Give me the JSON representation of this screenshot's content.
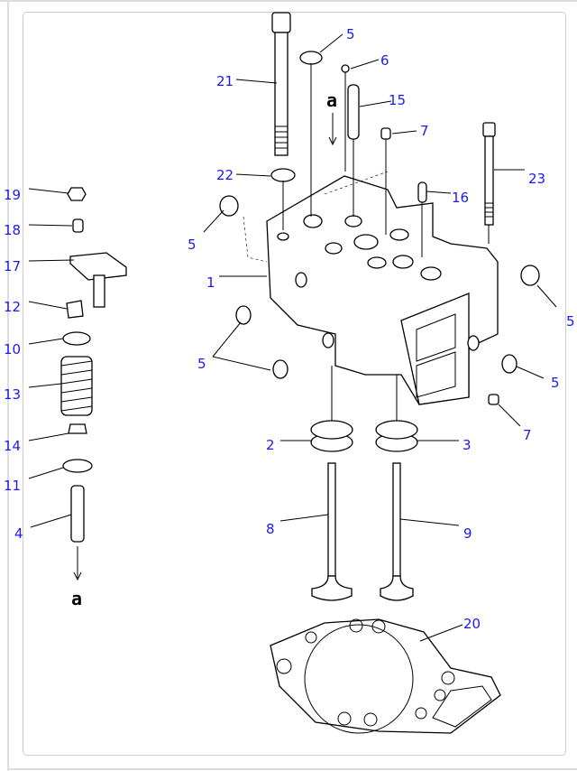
{
  "diagram": {
    "callouts": [
      "5",
      "6",
      "21",
      "15",
      "7",
      "23",
      "22",
      "16",
      "19",
      "18",
      "17",
      "5",
      "1",
      "12",
      "5",
      "10",
      "5",
      "5",
      "13",
      "7",
      "2",
      "3",
      "14",
      "11",
      "4",
      "8",
      "9",
      "20"
    ],
    "view_reference": "a",
    "label_color": "#1a1aee"
  }
}
